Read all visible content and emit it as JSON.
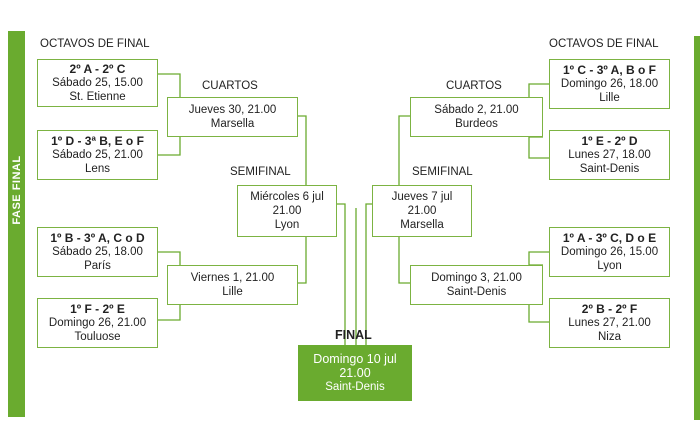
{
  "sidebar_label": "FASE FINAL",
  "headers": {
    "octavos_left": "OCTAVOS DE FINAL",
    "octavos_right": "OCTAVOS DE FINAL",
    "cuartos_left": "CUARTOS",
    "cuartos_right": "CUARTOS",
    "semifinal_left": "SEMIFINAL",
    "semifinal_right": "SEMIFINAL",
    "final": "FINAL"
  },
  "octavos": {
    "left": [
      {
        "teams": "2º A - 2º C",
        "date": "Sábado 25, 15.00",
        "city": "St. Etienne"
      },
      {
        "teams": "1º D - 3ª B, E o F",
        "date": "Sábado 25, 21.00",
        "city": "Lens"
      },
      {
        "teams": "1º B - 3º A, C o D",
        "date": "Sábado 25, 18.00",
        "city": "París"
      },
      {
        "teams": "1º F - 2º E",
        "date": "Domingo 26, 21.00",
        "city": "Touluose"
      }
    ],
    "right": [
      {
        "teams": "1º C - 3º A, B o F",
        "date": "Domingo 26, 18.00",
        "city": "Lille"
      },
      {
        "teams": "1º E - 2º D",
        "date": "Lunes 27, 18.00",
        "city": "Saint-Denis"
      },
      {
        "teams": "1º A - 3º C, D o E",
        "date": "Domingo 26, 15.00",
        "city": "Lyon"
      },
      {
        "teams": "2º B - 2º F",
        "date": "Lunes 27, 21.00",
        "city": "Niza"
      }
    ]
  },
  "cuartos": {
    "left": [
      {
        "date": "Jueves 30, 21.00",
        "city": "Marsella"
      },
      {
        "date": "Viernes 1, 21.00",
        "city": "Lille"
      }
    ],
    "right": [
      {
        "date": "Sábado 2, 21.00",
        "city": "Burdeos"
      },
      {
        "date": "Domingo 3, 21.00",
        "city": "Saint-Denis"
      }
    ]
  },
  "semifinal": {
    "left": {
      "date": "Miércoles 6 jul",
      "time": "21.00",
      "city": "Lyon"
    },
    "right": {
      "date": "Jueves 7 jul",
      "time": "21.00",
      "city": "Marsella"
    }
  },
  "final": {
    "date": "Domingo 10 jul",
    "time": "21.00",
    "city": "Saint-Denis"
  }
}
